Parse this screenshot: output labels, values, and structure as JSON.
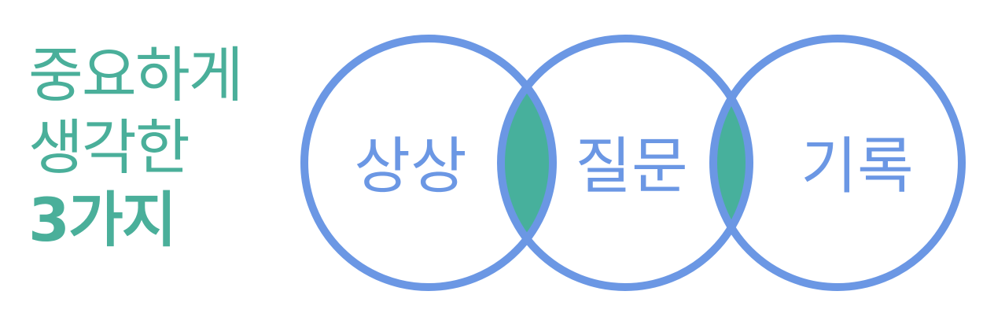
{
  "headline": {
    "line1": "중요하게",
    "line2": "생각한",
    "line3": "3가지"
  },
  "diagram": {
    "circles": [
      {
        "label": "상상"
      },
      {
        "label": "질문"
      },
      {
        "label": "기록"
      }
    ],
    "colors": {
      "circle_stroke": "#6b97e4",
      "overlap_fill": "#47b09c",
      "headline_text": "#4aaf9a",
      "label_text": "#6b97e4"
    }
  }
}
